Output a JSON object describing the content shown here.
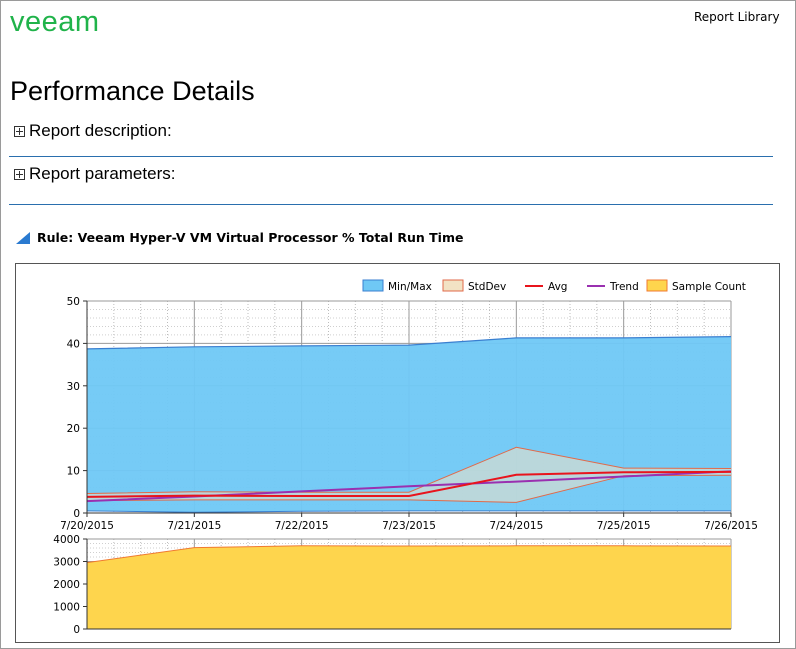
{
  "header": {
    "logo": "veeam",
    "report_library_label": "Report Library"
  },
  "page": {
    "title": "Performance Details",
    "sections": [
      {
        "label": "Report description:"
      },
      {
        "label": "Report parameters:"
      }
    ],
    "rule_label": "Rule: Veeam Hyper-V VM Virtual Processor % Total Run Time"
  },
  "colors": {
    "minmax_fill": "#6fc8f5",
    "minmax_line": "#3a7fd0",
    "stddev_fill": "#f2e2c4",
    "stddev_line": "#e06a4a",
    "avg": "#e8141c",
    "trend": "#9a30b0",
    "sample_fill": "#fed54d",
    "sample_line": "#f07a30"
  },
  "chart_data": [
    {
      "type": "area",
      "x": [
        "7/20/2015",
        "7/21/2015",
        "7/22/2015",
        "7/23/2015",
        "7/24/2015",
        "7/25/2015",
        "7/26/2015"
      ],
      "ylim": [
        0,
        50
      ],
      "yticks": [
        0,
        10,
        20,
        30,
        40,
        50
      ],
      "grid": true,
      "legend": "top-right",
      "legend_entries": [
        "Min/Max",
        "StdDev",
        "Avg",
        "Trend",
        "Sample Count"
      ],
      "series": [
        {
          "name": "Min/Max",
          "kind": "band",
          "upper": [
            38.7,
            39.2,
            39.4,
            39.6,
            41.3,
            41.3,
            41.6
          ],
          "lower": [
            0.5,
            0.2,
            0.4,
            0.5,
            0.5,
            0.5,
            0.5
          ]
        },
        {
          "name": "StdDev",
          "kind": "band",
          "upper": [
            4.6,
            5.0,
            4.9,
            4.9,
            15.5,
            10.6,
            10.5
          ],
          "lower": [
            2.9,
            3.1,
            3.1,
            3.1,
            2.5,
            8.8,
            8.9
          ]
        },
        {
          "name": "Avg",
          "kind": "line",
          "values": [
            3.8,
            4.1,
            4.0,
            4.0,
            9.0,
            9.6,
            9.7
          ]
        },
        {
          "name": "Trend",
          "kind": "line",
          "values": [
            2.8,
            3.9,
            5.1,
            6.3,
            7.4,
            8.6,
            9.8
          ]
        }
      ]
    },
    {
      "type": "area",
      "x": [
        "7/20/2015",
        "7/21/2015",
        "7/22/2015",
        "7/23/2015",
        "7/24/2015",
        "7/25/2015",
        "7/26/2015"
      ],
      "ylim": [
        0,
        4000
      ],
      "yticks": [
        0,
        1000,
        2000,
        3000,
        4000
      ],
      "series": [
        {
          "name": "Sample Count",
          "values": [
            2950,
            3620,
            3700,
            3690,
            3700,
            3700,
            3690
          ]
        }
      ]
    }
  ]
}
